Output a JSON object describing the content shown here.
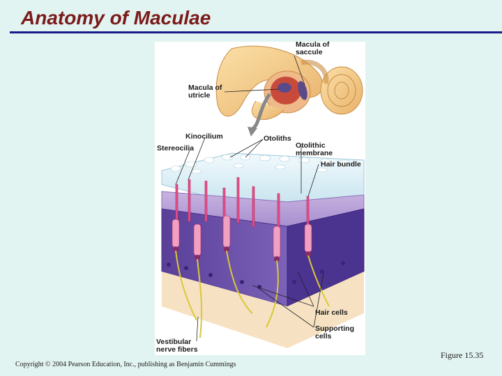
{
  "slide": {
    "title": "Anatomy of Maculae",
    "figure_caption": "Figure 15.35",
    "copyright": "Copyright © 2004 Pearson Education, Inc., publishing as Benjamin Cummings"
  },
  "diagram": {
    "labels": {
      "macula_saccule": "Macula of\nsaccule",
      "macula_utricle": "Macula of\nutricle",
      "kinocilium": "Kinocilium",
      "stereocilia": "Stereocilia",
      "otoliths": "Otoliths",
      "otolithic_membrane": "Otolithic\nmembrane",
      "hair_bundle": "Hair bundle",
      "hair_cells": "Hair cells",
      "supporting_cells": "Supporting\ncells",
      "vestibular_nerve": "Vestibular\nnerve fibers"
    }
  },
  "colors": {
    "background": "#e2f4f1",
    "title": "#7a1a1a",
    "rule": "#1a1a8a",
    "bone": "#f3c98a",
    "epithelium": "#6a4fa6",
    "membrane": "#d8ecf5",
    "hair_cell": "#e8508a",
    "nerve": "#e7d84a"
  }
}
